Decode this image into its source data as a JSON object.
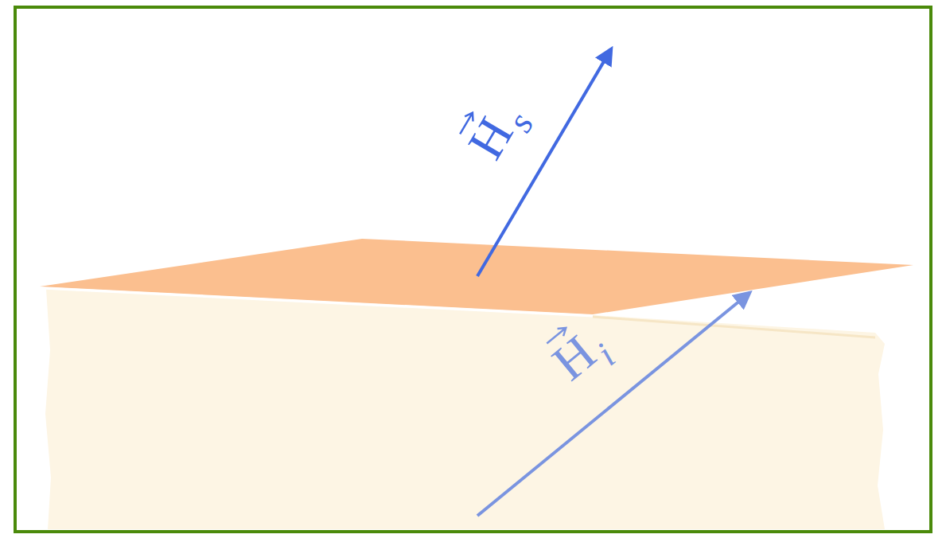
{
  "diagram": {
    "labels": [
      "H",
      "s",
      "H",
      "i"
    ]
  }
}
